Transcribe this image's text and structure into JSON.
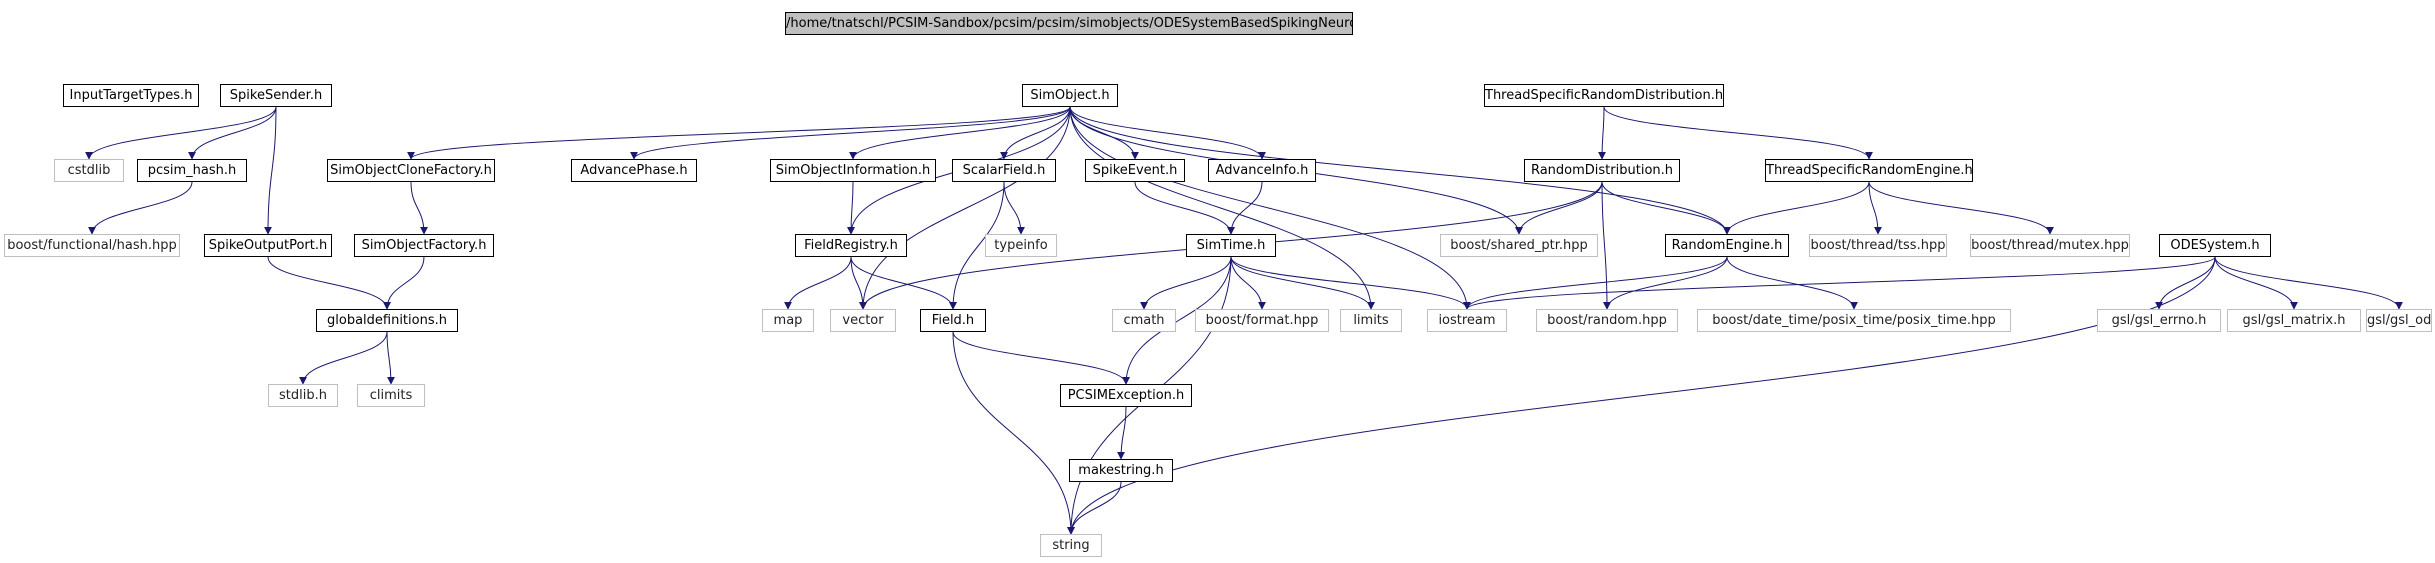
{
  "diagram": {
    "colors": {
      "edge": "#191970",
      "root_fill": "#bfbfbf",
      "node_border": "#000000",
      "external_border": "#bfbfbf"
    },
    "nodes": {
      "root": "/home/tnatschl/PCSIM-Sandbox/pcsim/pcsim/simobjects/ODESystemBasedSpikingNeuron.h",
      "inputtargettypes": "InputTargetTypes.h",
      "spikesender": "SpikeSender.h",
      "simobject": "SimObject.h",
      "threadspecificrandomdistribution": "ThreadSpecificRandomDistribution.h",
      "odesystem": "ODESystem.h",
      "cstdlib": "cstdlib",
      "pcsim_hash": "pcsim_hash.h",
      "simobjectclonefactory": "SimObjectCloneFactory.h",
      "advancephase": "AdvancePhase.h",
      "simobjectinformation": "SimObjectInformation.h",
      "scalarfield": "ScalarField.h",
      "spikeevent": "SpikeEvent.h",
      "advanceinfo": "AdvanceInfo.h",
      "randomdistribution": "RandomDistribution.h",
      "threadspecificrandomengine": "ThreadSpecificRandomEngine.h",
      "boost_functional_hash": "boost/functional/hash.hpp",
      "simobjectfactory": "SimObjectFactory.h",
      "spikeoutputport": "SpikeOutputPort.h",
      "fieldregistry": "FieldRegistry.h",
      "typeinfo": "typeinfo",
      "simtime": "SimTime.h",
      "boost_shared_ptr": "boost/shared_ptr.hpp",
      "randomengine": "RandomEngine.h",
      "boost_thread_tss": "boost/thread/tss.hpp",
      "boost_thread_mutex": "boost/thread/mutex.hpp",
      "globaldefinitions": "globaldefinitions.h",
      "map": "map",
      "vector": "vector",
      "field": "Field.h",
      "cmath": "cmath",
      "boost_format": "boost/format.hpp",
      "limits": "limits",
      "iostream": "iostream",
      "boost_random": "boost/random.hpp",
      "boost_posix_time": "boost/date_time/posix_time/posix_time.hpp",
      "gsl_errno": "gsl/gsl_errno.h",
      "gsl_matrix": "gsl/gsl_matrix.h",
      "gsl_odeiv": "gsl/gsl_odeiv.h",
      "stdlib": "stdlib.h",
      "climits": "climits",
      "pcsimexception": "PCSIMException.h",
      "makestring": "makestring.h",
      "string": "string"
    }
  }
}
